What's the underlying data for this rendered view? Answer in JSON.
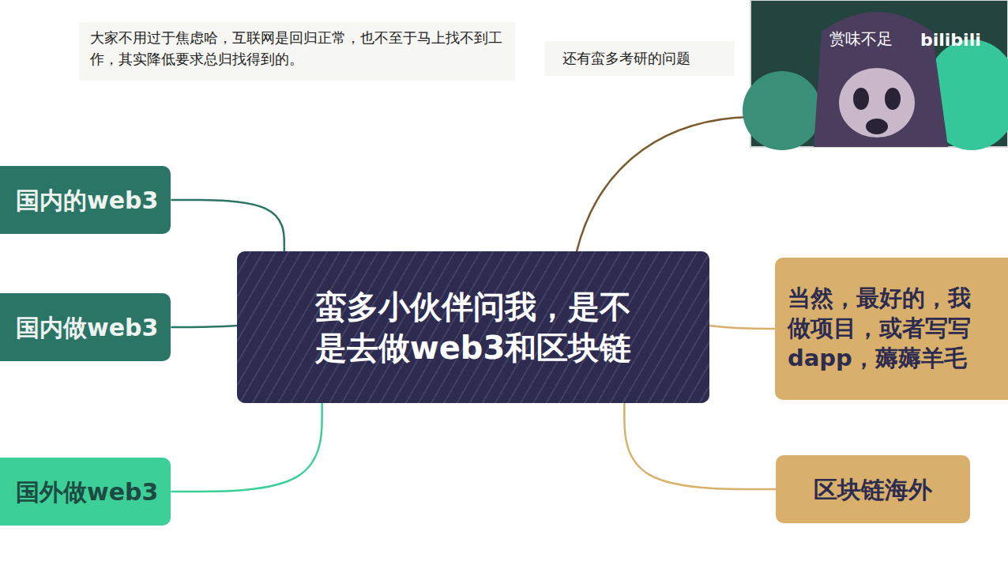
{
  "diagram": {
    "nodes": [
      {
        "text": [
          "蛮多小伙伴问我，是不是去做web3和区块链"
        ]
      },
      {
        "text": [
          "国内的web3"
        ]
      },
      {
        "text": [
          "国内做web3"
        ]
      },
      {
        "text": [
          "国外做web3"
        ]
      },
      {
        "text": [
          "当然，最好的，我 做项目，或者写写 dapp，薅薅羊毛"
        ]
      },
      {
        "text": [
          "区块链海外"
        ]
      }
    ],
    "edges": [
      {
        "from": 0,
        "to": 1,
        "arrow": "none"
      },
      {
        "from": 0,
        "to": 2,
        "arrow": "none"
      },
      {
        "from": 0,
        "to": 3,
        "arrow": "none"
      },
      {
        "from": 0,
        "to": 4,
        "arrow": "none"
      },
      {
        "from": 0,
        "to": 5,
        "arrow": "none"
      }
    ],
    "labels": [
      "大家不用过于焦虑哈，互联网是回归正常，也不至于马上找不到工作，其实降低要求总归找得到的。",
      "还有蛮多考研的问题",
      "赏味不足",
      "bilibili"
    ]
  }
}
